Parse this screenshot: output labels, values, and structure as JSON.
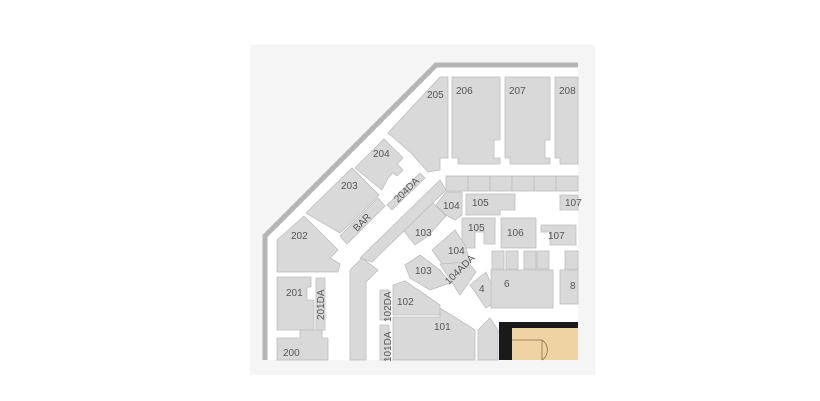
{
  "map": {
    "colors": {
      "section": "#d9d9d9",
      "wall": "#b5b5b5",
      "court_border": "#1a1a1a",
      "court": "#f0d3a3",
      "background": "#f5f5f5"
    },
    "upper": {
      "s205": "205",
      "s206": "206",
      "s207": "207",
      "s208": "208",
      "s204": "204",
      "s203": "203",
      "s202": "202",
      "s201": "201",
      "s200": "200",
      "bar": "BAR",
      "s204da": "204DA",
      "s201da": "201DA"
    },
    "lower": {
      "s104a": "104",
      "s105a": "105",
      "s107a": "107",
      "s103a": "103",
      "s105b": "105",
      "s106": "106",
      "s107b": "107",
      "s104b": "104",
      "s103b": "103",
      "s104ada": "104ADA",
      "s4": "4",
      "s6": "6",
      "s8": "8",
      "s102": "102",
      "s102da": "102DA",
      "s101": "101",
      "s101da": "101DA"
    }
  }
}
